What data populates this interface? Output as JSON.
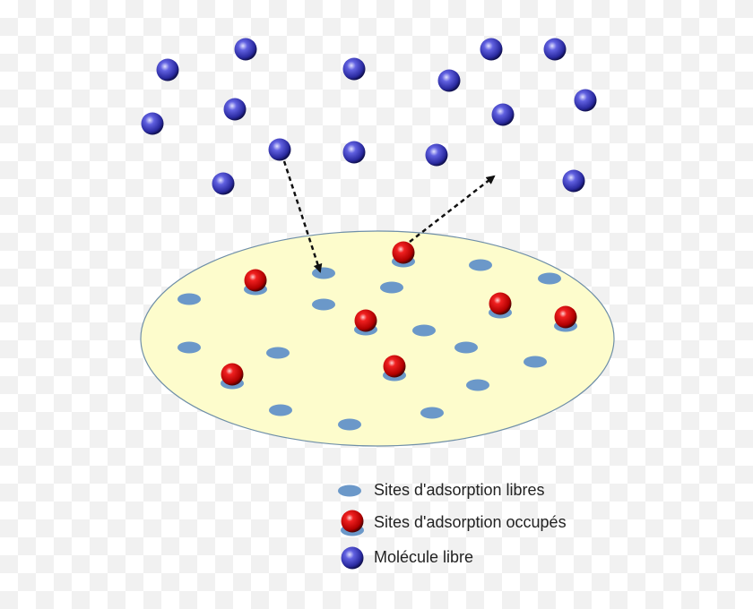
{
  "colors": {
    "surface_fill": "#fdfccc",
    "surface_stroke": "#6f8fa8",
    "site_color": "#6b98c9",
    "occupied_molecule": "#e01010",
    "free_molecule": "#4a4ac8",
    "arrow": "#111111"
  },
  "legend": [
    {
      "icon": "free-site-icon",
      "label": "Sites d'adsorption libres"
    },
    {
      "icon": "occupied-site-icon",
      "label": "Sites d'adsorption occupés"
    },
    {
      "icon": "free-molecule-icon",
      "label": "Molécule libre"
    }
  ]
}
